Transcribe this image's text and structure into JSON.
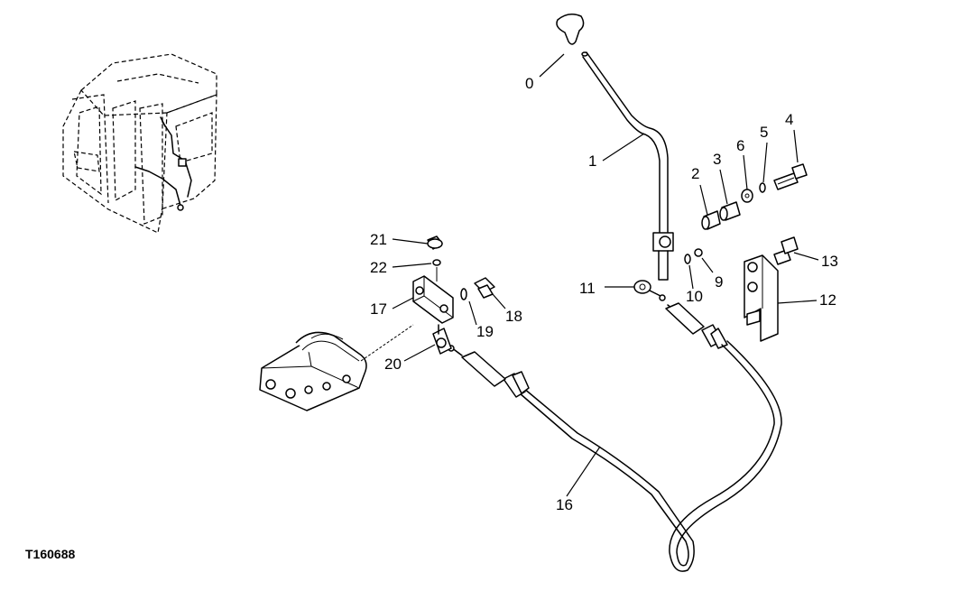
{
  "figure_id": "T160688",
  "callouts": {
    "c0": "0",
    "c1": "1",
    "c2": "2",
    "c3": "3",
    "c4": "4",
    "c5": "5",
    "c6": "6",
    "c9": "9",
    "c10": "10",
    "c11": "11",
    "c12": "12",
    "c13": "13",
    "c16": "16",
    "c17": "17",
    "c18": "18",
    "c19": "19",
    "c20": "20",
    "c21": "21",
    "c22": "22"
  }
}
